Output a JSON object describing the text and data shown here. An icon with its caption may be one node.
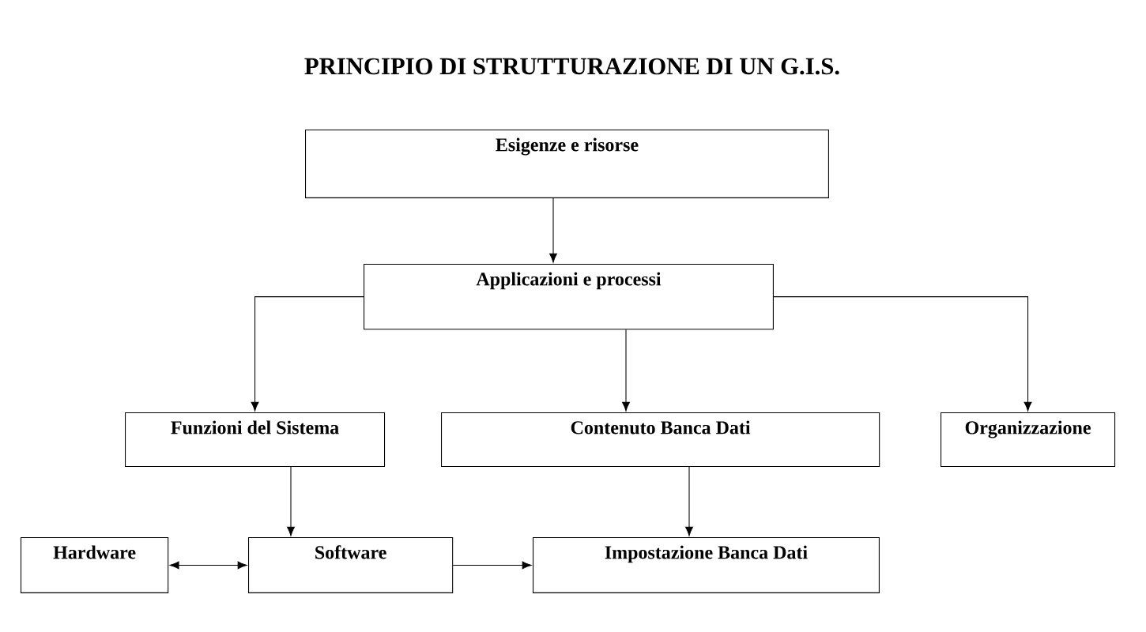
{
  "diagram": {
    "title": "PRINCIPIO DI STRUTTURAZIONE DI UN G.I.S.",
    "nodes": [
      {
        "text": [
          "Esigenze e risorse"
        ]
      },
      {
        "text": [
          "Applicazioni e processi"
        ]
      },
      {
        "text": [
          "Funzioni del Sistema"
        ]
      },
      {
        "text": [
          "Contenuto Banca Dati"
        ]
      },
      {
        "text": [
          "Organizzazione"
        ]
      },
      {
        "text": [
          "Hardware"
        ]
      },
      {
        "text": [
          "Software"
        ]
      },
      {
        "text": [
          "Impostazione Banca Dati"
        ]
      }
    ],
    "edges": [
      {
        "from": 0,
        "to": 1,
        "arrow": "to"
      },
      {
        "from": 1,
        "to": 2,
        "arrow": "to"
      },
      {
        "from": 1,
        "to": 3,
        "arrow": "to"
      },
      {
        "from": 1,
        "to": 4,
        "arrow": "to"
      },
      {
        "from": 2,
        "to": 6,
        "arrow": "to"
      },
      {
        "from": 3,
        "to": 7,
        "arrow": "to"
      },
      {
        "from": 5,
        "to": 6,
        "arrow": "both"
      },
      {
        "from": 6,
        "to": 7,
        "arrow": "to"
      }
    ]
  }
}
